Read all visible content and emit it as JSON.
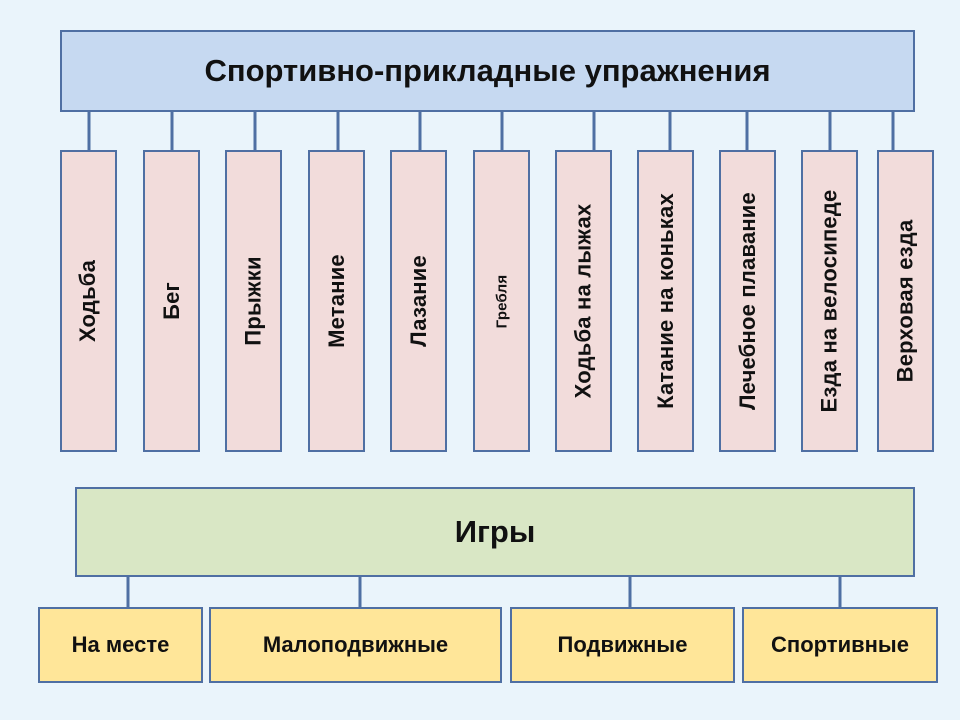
{
  "top": {
    "title": "Спортивно-прикладные упражнения"
  },
  "exercises": [
    {
      "label": "Ходьба"
    },
    {
      "label": "Бег"
    },
    {
      "label": "Прыжки"
    },
    {
      "label": "Метание"
    },
    {
      "label": "Лазание"
    },
    {
      "label": "Гребля"
    },
    {
      "label": "Ходьба на лыжах"
    },
    {
      "label": "Катание на коньках"
    },
    {
      "label": "Лечебное плавание"
    },
    {
      "label": "Езда на велосипеде"
    },
    {
      "label": "Верховая езда"
    }
  ],
  "games": {
    "title": "Игры",
    "items": [
      {
        "label": "На месте"
      },
      {
        "label": "Малоподвижные"
      },
      {
        "label": "Подвижные"
      },
      {
        "label": "Спортивные"
      }
    ]
  },
  "colors": {
    "background": "#eaf4fb",
    "border": "#4f6fa3",
    "top_header_fill": "#c6d9f1",
    "exercise_fill": "#f2dcdb",
    "games_header_fill": "#d9e7c5",
    "game_fill": "#ffe699"
  }
}
